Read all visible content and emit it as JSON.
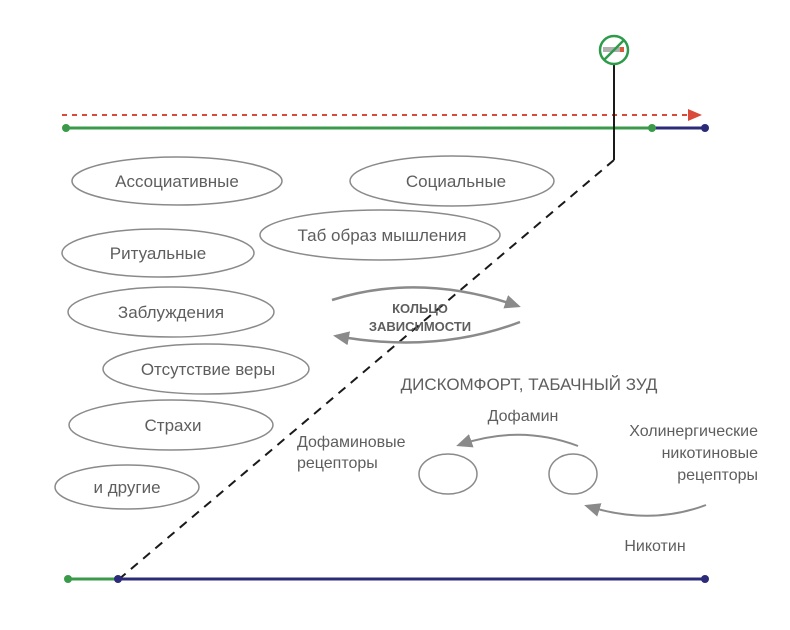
{
  "colors": {
    "green": "#3a9a4a",
    "navy": "#2b2b7a",
    "red_dashed": "#d94a3a",
    "gray_stroke": "#8a8a8a",
    "text": "#5e5e5e",
    "icon_green": "#2e9b4b"
  },
  "icon": {
    "name": "no-smoking-icon"
  },
  "ovals": [
    {
      "id": "associative",
      "label": "Ассоциативные"
    },
    {
      "id": "social",
      "label": "Социальные"
    },
    {
      "id": "tab-thinking",
      "label": "Таб образ мышления"
    },
    {
      "id": "ritual",
      "label": "Ритуальные"
    },
    {
      "id": "delusions",
      "label": "Заблуждения"
    },
    {
      "id": "no-faith",
      "label": "Отсутствие веры"
    },
    {
      "id": "fears",
      "label": "Страхи"
    },
    {
      "id": "others",
      "label": "и другие"
    }
  ],
  "ring": {
    "line1": "КОЛЬЦО",
    "line2": "ЗАВИСИМОСТИ"
  },
  "discomfort": "ДИСКОМФОРТ, ТАБАЧНЫЙ ЗУД",
  "dopamine": "Дофамин",
  "dopamine_receptors": {
    "line1": "Дофаминовые",
    "line2": "рецепторы"
  },
  "cholinergic": {
    "line1": "Холинергические",
    "line2": "никотиновые",
    "line3": "рецепторы"
  },
  "nicotine": "Никотин"
}
